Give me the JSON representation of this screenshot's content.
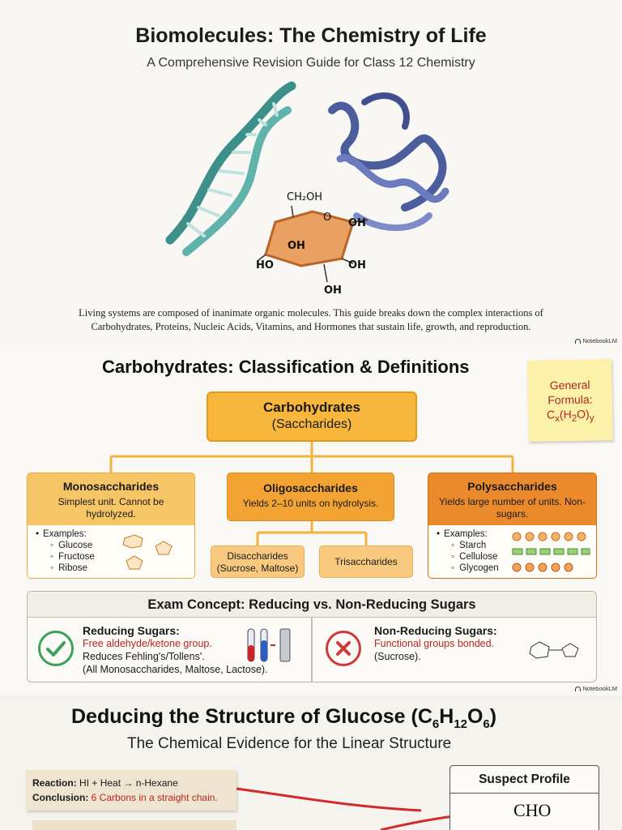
{
  "hero": {
    "title": "Biomolecules: The Chemistry of Life",
    "subtitle": "A Comprehensive Revision Guide for Class 12 Chemistry",
    "glucose_labels": {
      "ch2oh": "CH₂OH",
      "o": "O",
      "oh_right": "OH",
      "oh_center": "OH",
      "ho_left": "HO",
      "oh_lower_right": "OH",
      "oh_bottom": "OH"
    },
    "intro_line1": "Living systems are composed of inanimate organic molecules. This guide breaks down the complex interactions of",
    "intro_line2": "Carbohydrates, Proteins, Nucleic Acids, Vitamins, and Hormones that sustain life, growth, and reproduction.",
    "badge": "NotebookLM"
  },
  "carbohydrates": {
    "title": "Carbohydrates: Classification & Definitions",
    "sticky_line1": "General",
    "sticky_line2": "Formula:",
    "sticky_formula": "Cx(H2O)y",
    "root_title": "Carbohydrates",
    "root_subtitle": "(Saccharides)",
    "mono": {
      "name": "Monosaccharides",
      "desc": "Simplest unit. Cannot be hydrolyzed.",
      "examples_label": "Examples:",
      "examples": [
        "Glucose",
        "Fructose",
        "Ribose"
      ]
    },
    "oligo": {
      "name": "Oligosaccharides",
      "desc": "Yields 2–10 units on hydrolysis."
    },
    "poly": {
      "name": "Polysaccharides",
      "desc": "Yields large number of units. Non-sugars.",
      "examples_label": "Examples:",
      "examples": [
        "Starch",
        "Cellulose",
        "Glycogen"
      ]
    },
    "disaccharides_line1": "Disaccharides",
    "disaccharides_line2": "(Sucrose, Maltose)",
    "trisaccharides": "Trisaccharides",
    "exam": {
      "title": "Exam Concept: Reducing vs. Non-Reducing Sugars",
      "reducing_title": "Reducing Sugars:",
      "reducing_line1": "Free aldehyde/ketone group.",
      "reducing_line2": "Reduces Fehling's/Tollens'.",
      "reducing_line3": "(All Monosaccharides, Maltose, Lactose).",
      "nonreducing_title": "Non-Reducing Sugars:",
      "nonreducing_line1": "Functional groups bonded.",
      "nonreducing_line2": "(Sucrose)."
    },
    "badge": "NotebookLM"
  },
  "glucose": {
    "title_main": "Deducing the Structure of Glucose (C",
    "subtitle": "The Chemical Evidence for the Linear Structure",
    "reaction_label": "Reaction:",
    "reaction_text": "HI + Heat → n-Hexane",
    "conclusion_label": "Conclusion:",
    "conclusion_text": "6 Carbons in a straight chain.",
    "suspect_title": "Suspect Profile",
    "suspect_group": "CHO"
  },
  "colors": {
    "orange_light": "#f6c565",
    "orange_mid": "#f2a332",
    "orange_dark": "#ea8a2c",
    "accent_red": "#b8261e",
    "check_green": "#3aa05a",
    "cross_red": "#d0393a"
  }
}
